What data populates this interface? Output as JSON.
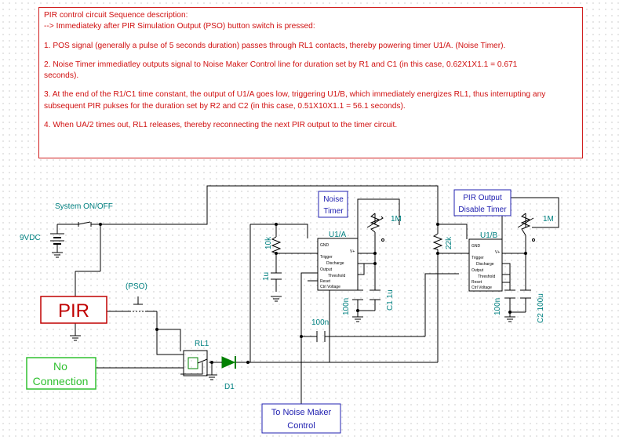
{
  "description": {
    "title": "PIR control circuit Sequence description:",
    "intro": "--> Immediateky after PIR Simulation Output (PSO) button switch is pressed:",
    "step1": "1. POS signal (generally a pulse of 5 seconds duration) passes through RL1 contacts, thereby powering timer U1/A. (Noise Timer).",
    "step2a": "2. Noise Timer immediatley outputs signal to Noise Maker Control line for duration set by R1 and C1 (in this case, 0.62X1X1.1 = 0.671",
    "step2b": "seconds).",
    "step3a": "3. At the end of the R1/C1 time constant, the output of U1/A goes low, triggering U1/B, which immediately energizes RL1, thus interrupting any",
    "step3b": "subsequent PIR pukses for the duration set by R2 and C2 (in this case, 0.51X10X1.1 = 56.1 seconds).",
    "step4": "4. When UA/2 times out, RL1 releases, thereby reconnecting the next PIR output to the timer circuit."
  },
  "labels": {
    "system_switch": "System ON/OFF",
    "battery": "9VDC",
    "pso": "(PSO)",
    "pir": "PIR",
    "no_connection_1": "No",
    "no_connection_2": "Connection",
    "relay": "RL1",
    "diode": "D1",
    "noise_maker_1": "To Noise Maker",
    "noise_maker_2": "Control",
    "noise_timer_1": "Noise",
    "noise_timer_2": "Timer",
    "pir_timer_1": "PIR Output",
    "pir_timer_2": "Disable Timer",
    "u1a": "U1/A",
    "u1b": "U1/B",
    "pot1": "1M",
    "pot2": "1M",
    "r_10k": "10k",
    "r_22k": "22k",
    "c_1u": "1u",
    "c_100n_a": "100n",
    "c1": "C1 1u",
    "c_100n_mid": "100n",
    "c_100n_b": "100n",
    "c2": "C2 100u"
  },
  "chip_pins": {
    "gnd": "GND",
    "vplus": "V+",
    "trigger": "Trigger",
    "discharge": "Discharge",
    "output": "Output",
    "threshold": "Threshold",
    "reset": "Reset",
    "ctrl": "Ctrl Voltage"
  },
  "colors": {
    "wire": "#000000",
    "text_red": "#d01010",
    "teal": "#008080",
    "blue": "#2020b0",
    "green": "#30c030",
    "component": "#008000"
  }
}
